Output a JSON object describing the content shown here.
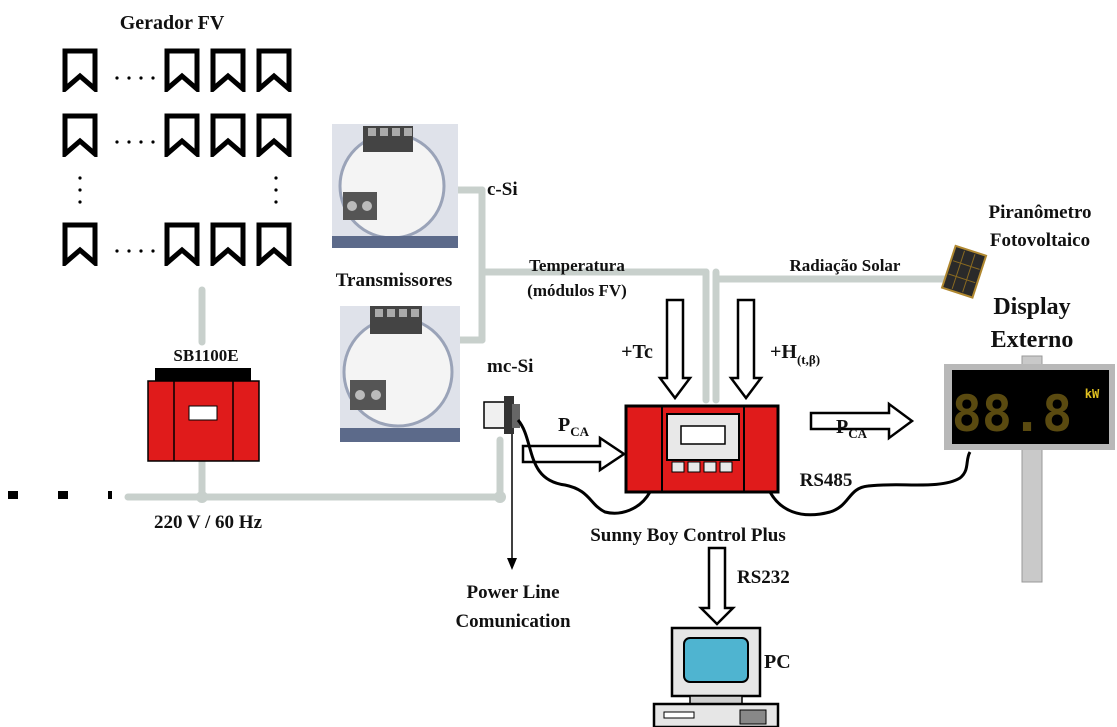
{
  "labels": {
    "generator_title": "Gerador FV",
    "inverter": "SB1100E",
    "grid": "220 V / 60 Hz",
    "transmitters": "Transmissores",
    "csi": "c-Si",
    "mcsi": "mc-Si",
    "temperature_line1": "Temperatura",
    "temperature_line2": "(módulos FV)",
    "solar_radiation": "Radiação Solar",
    "pyranometer_line1": "Piranômetro",
    "pyranometer_line2": "Fotovoltaico",
    "display_line1": "Display",
    "display_line2": "Externo",
    "tc": "+Tc",
    "h_main": "+H",
    "h_sub": "(t,β)",
    "pca_main": "P",
    "pca_sub": "CA",
    "rs485": "RS485",
    "controller": "Sunny Boy Control Plus",
    "rs232": "RS232",
    "plc_line1": "Power Line",
    "plc_line2": "Comunication",
    "pc": "PC",
    "display_value": "88.8",
    "display_unit": "kW"
  },
  "colors": {
    "accent_red": "#e01b1b",
    "cable_gray": "#c8d0cc",
    "display_digits": "#5a4a10",
    "display_unit": "#e0c020",
    "pc_screen": "#4fb4d0"
  }
}
